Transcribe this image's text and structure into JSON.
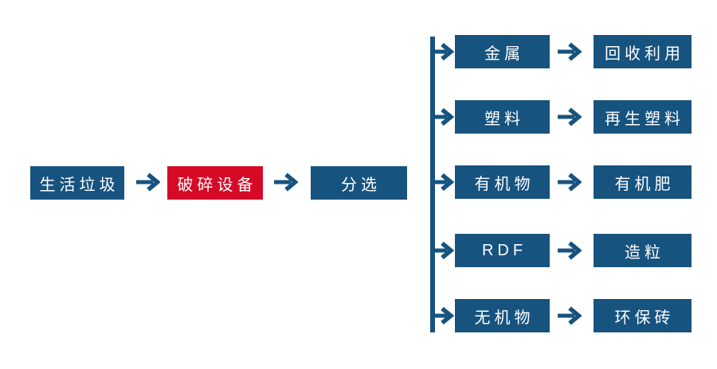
{
  "colors": {
    "box_blue": "#17537F",
    "box_red": "#D60A26",
    "arrow_blue": "#17537F",
    "text_white": "#FFFFFF",
    "background": "#FFFFFF"
  },
  "main_flow": [
    {
      "label": "生活垃圾",
      "variant": "blue"
    },
    {
      "label": "破碎设备",
      "variant": "red"
    },
    {
      "label": "分选",
      "variant": "blue"
    }
  ],
  "branches": [
    {
      "source": "金属",
      "result": "回收利用"
    },
    {
      "source": "塑料",
      "result": "再生塑料"
    },
    {
      "source": "有机物",
      "result": "有机肥"
    },
    {
      "source": "RDF",
      "result": "造粒"
    },
    {
      "source": "无机物",
      "result": "环保砖"
    }
  ]
}
